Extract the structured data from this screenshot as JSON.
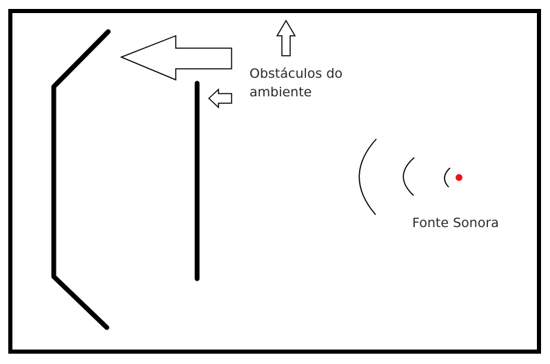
{
  "labels": {
    "obstacles_line1": "Obstáculos do",
    "obstacles_line2": "ambiente",
    "sound_source": "Fonte Sonora"
  },
  "colors": {
    "stroke": "#000000",
    "source_dot": "#e8141c",
    "text": "#2a2a2a",
    "background": "#ffffff"
  }
}
